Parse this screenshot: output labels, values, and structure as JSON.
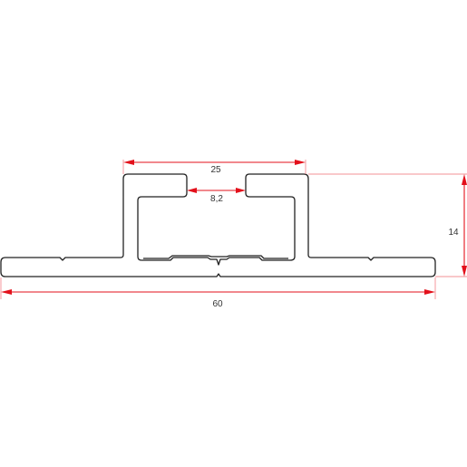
{
  "drawing": {
    "colors": {
      "dimension": "#e3101b",
      "extension": "#ef6b72",
      "outline": "#222222",
      "text": "#333333",
      "background": "#ffffff"
    },
    "dimensions": {
      "channel_width": "25",
      "slot_opening": "8,2",
      "height": "14",
      "overall_width": "60"
    }
  }
}
